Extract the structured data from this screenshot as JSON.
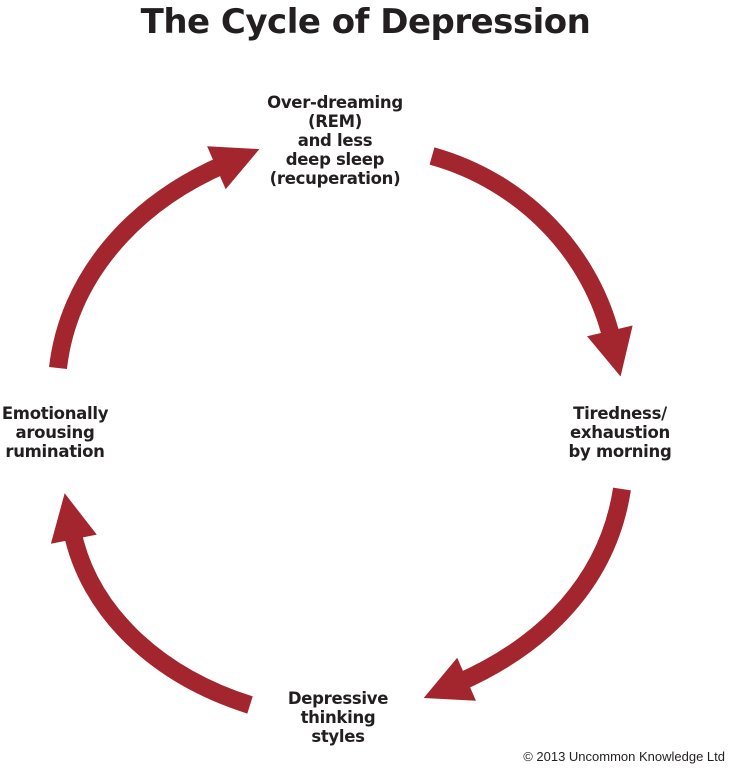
{
  "title": "The Cycle of Depression",
  "accent_color": "#a3262e",
  "nodes": {
    "top": [
      "Over-dreaming",
      "(REM)",
      "and less",
      "deep sleep",
      "(recuperation)"
    ],
    "right": [
      "Tiredness/",
      "exhaustion",
      "by morning"
    ],
    "bottom": [
      "Depressive",
      "thinking",
      "styles"
    ],
    "left": [
      "Emotionally",
      "arousing",
      "rumination"
    ]
  },
  "copyright": "© 2013 Uncommon Knowledge Ltd"
}
